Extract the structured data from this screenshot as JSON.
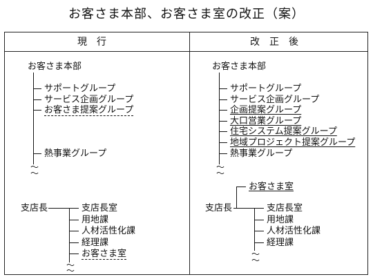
{
  "title": "お客さま本部、お客さま室の改正（案）",
  "left": {
    "header": "現行",
    "hq": "お客さま本部",
    "items": [
      "サポートグループ",
      "サービス企画グループ",
      "お客さま提案グループ",
      "熱事業グループ"
    ],
    "branch_root": "支店長",
    "branch_items": [
      "支店長室",
      "用地課",
      "人材活性化課",
      "経理課",
      "お客さま室"
    ]
  },
  "right": {
    "header": "改正後",
    "hq": "お客さま本部",
    "items": [
      "サポートグループ",
      "サービス企画グループ",
      "企画提案グループ",
      "大口営業グループ",
      "住宅システム提案グループ",
      "地域プロジェクト提案グループ",
      "熱事業グループ"
    ],
    "branch_top": "お客さま室",
    "branch_root": "支店長",
    "branch_items": [
      "支店長室",
      "用地課",
      "人材活性化課",
      "経理課"
    ]
  },
  "tilde": "〜"
}
